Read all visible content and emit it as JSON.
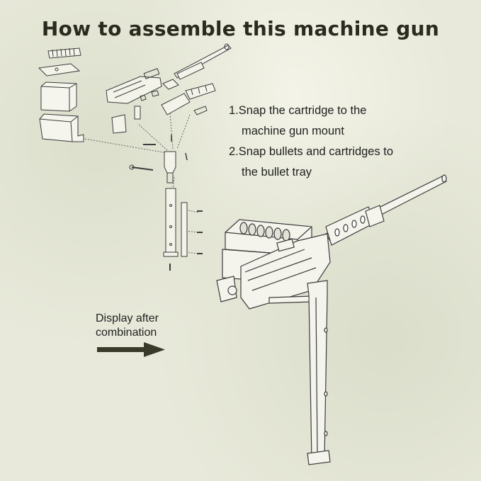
{
  "title": "How to assemble this machine gun",
  "steps": [
    {
      "line1": "1.Snap the cartridge to the",
      "line2": "machine gun mount"
    },
    {
      "line1": "2.Snap bullets and cartridges to",
      "line2": "the bullet tray"
    }
  ],
  "display_label": {
    "line1": "Display after",
    "line2": "combination"
  },
  "colors": {
    "background": "#e8e9da",
    "text": "#1f1f1f",
    "arrow": "#3a3a2a",
    "line_art": "#3c3c3c"
  }
}
